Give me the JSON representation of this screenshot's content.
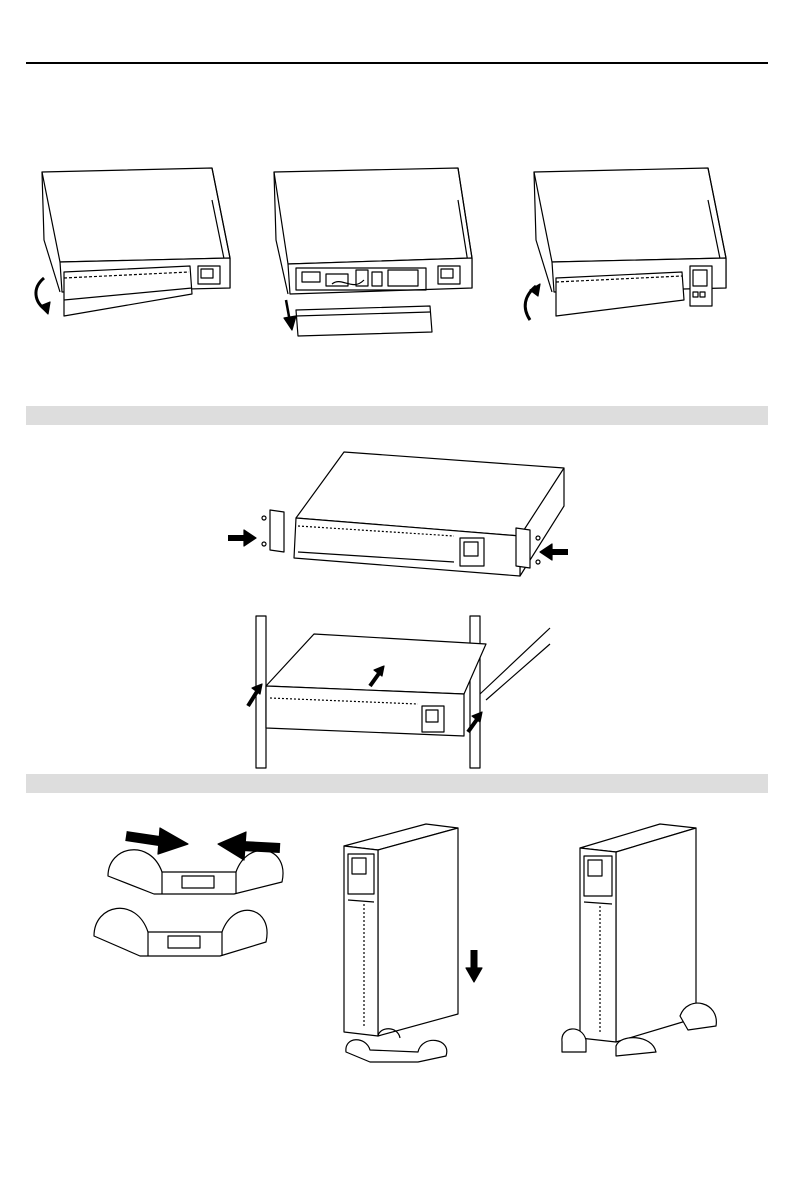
{
  "document": {
    "type": "ups-installation-illustrations",
    "text_content": []
  },
  "sections": [
    {
      "id": "front-panel",
      "figures": [
        "rotate-panel-down",
        "remove-panel",
        "rotate-panel-up"
      ]
    },
    {
      "id": "rack-mount",
      "figures": [
        "attach-rack-ears",
        "slide-into-rack"
      ]
    },
    {
      "id": "tower-stand",
      "figures": [
        "assemble-stands",
        "lower-ups-onto-stands",
        "ups-on-stands"
      ]
    }
  ],
  "colors": {
    "line": "#000000",
    "band": "#dddddd",
    "background": "#ffffff"
  },
  "icons": [
    "curved-arrow-down-icon",
    "straight-arrow-down-icon",
    "curved-arrow-up-icon",
    "push-arrow-icon",
    "insert-arrow-icon",
    "down-arrow-icon"
  ]
}
